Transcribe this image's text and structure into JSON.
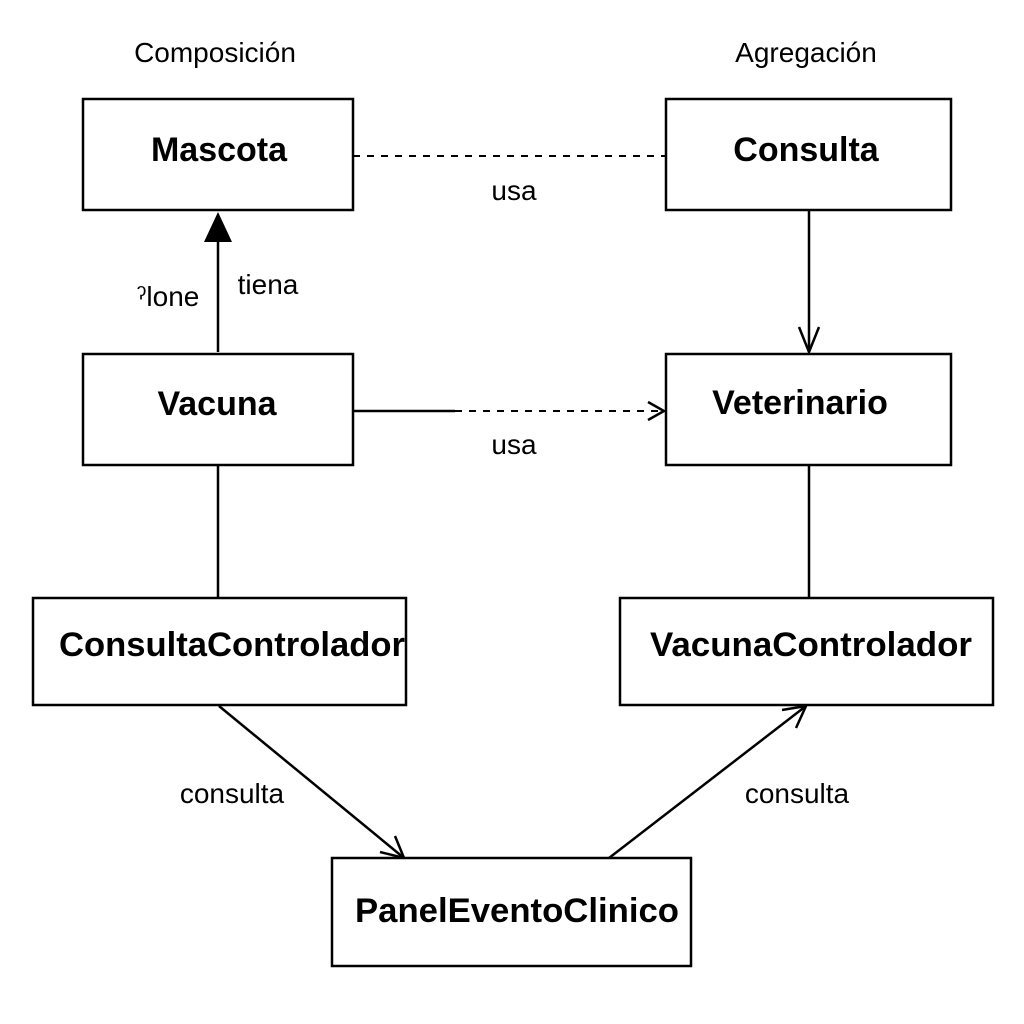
{
  "headings": {
    "left": "Composición",
    "right": "Agregación"
  },
  "classes": {
    "mascota": "Mascota",
    "consulta": "Consulta",
    "vacuna": "Vacuna",
    "veterinario": "Veterinario",
    "consulta_controlador": "ConsultaControlador",
    "vacuna_controlador": "VacunaControlador",
    "panel_evento_clinico": "PanelEventoClinico"
  },
  "edge_labels": {
    "mascota_consulta": "usa",
    "vacuna_veterinario": "usa",
    "tiena": "tiena",
    "lone": "ˀlone",
    "controlador_to_panel": "consulta",
    "panel_to_controlador": "consulta"
  }
}
